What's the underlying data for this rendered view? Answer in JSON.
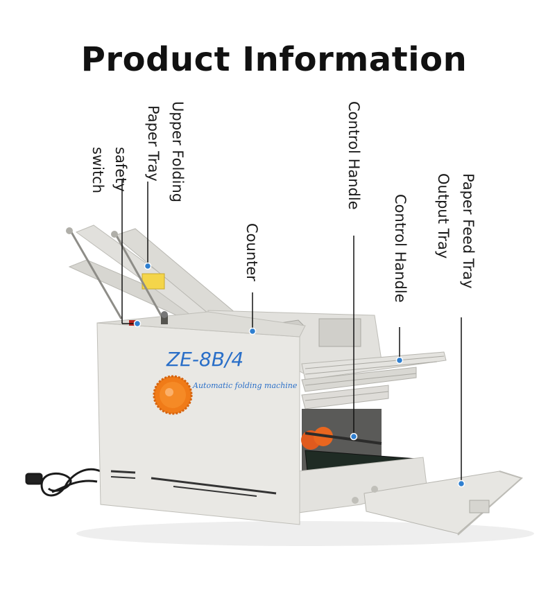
{
  "title": "Product Information",
  "labels": {
    "upper_folding_paper_tray": [
      "Upper Folding",
      "Paper Tray"
    ],
    "safety_switch": [
      "safety",
      "switch"
    ],
    "counter": "Counter",
    "control_handle_1": "Control Handle",
    "control_handle_2": "Control Handle",
    "paper_feed_tray_output_tray": [
      "Paper Feed Tray",
      "Output Tray"
    ]
  },
  "machine": {
    "model": "ZE-8B/4",
    "subtitle": "Automatic folding machine"
  },
  "colors": {
    "callout_dot": "#2f7fd0",
    "model_text": "#2a6fc8",
    "knob": "#f07b18",
    "body": "#e6e5e1"
  }
}
